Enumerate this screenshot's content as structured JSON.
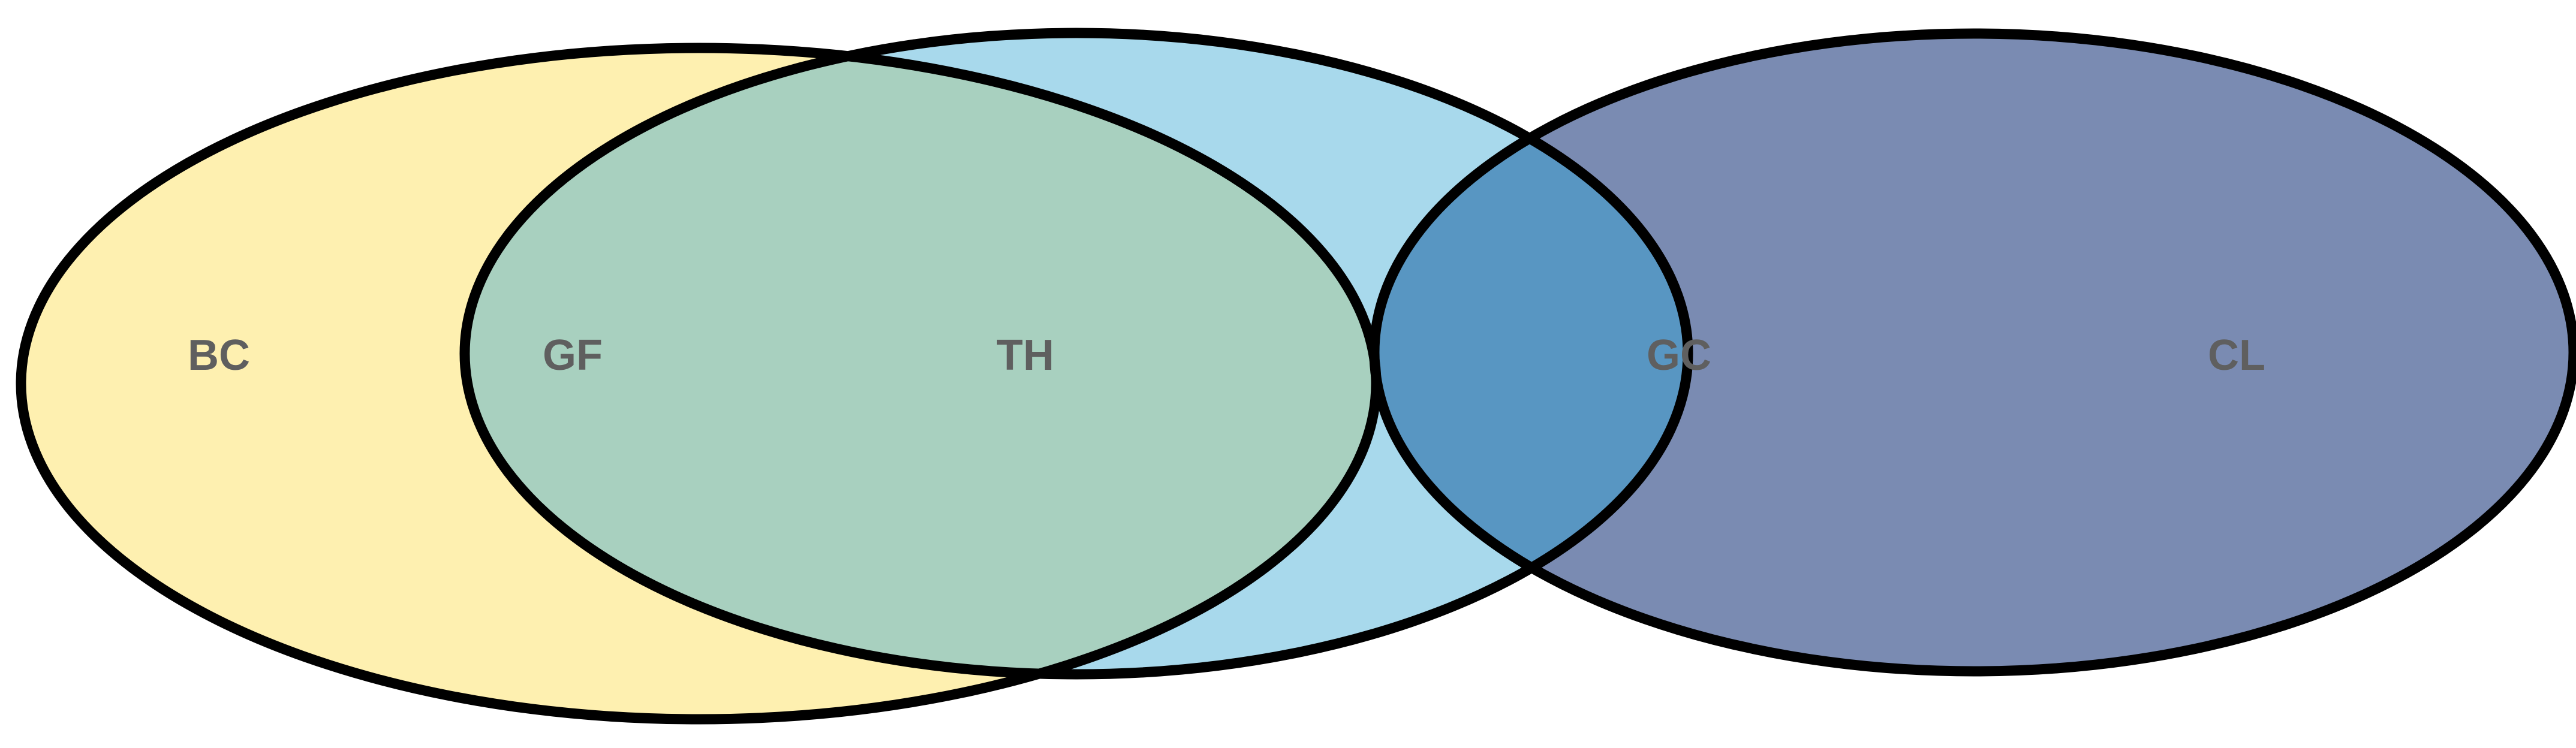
{
  "diagram": {
    "type": "venn",
    "sets": [
      {
        "name": "yellow-set",
        "color": "#FEF0B0"
      },
      {
        "name": "light-blue-set",
        "color": "#A8D9EC"
      },
      {
        "name": "slate-blue-set",
        "color": "#7A8BB2"
      }
    ],
    "overlap_colors": {
      "yellow_lightblue": "#A8D0BF",
      "lightblue_slate": "#5896C2"
    },
    "outline_color": "#000000",
    "label_color": "#5F5F5F",
    "labels": {
      "bc": "BC",
      "gf": "GF",
      "th": "TH",
      "gc": "GC",
      "cl": "CL"
    }
  }
}
